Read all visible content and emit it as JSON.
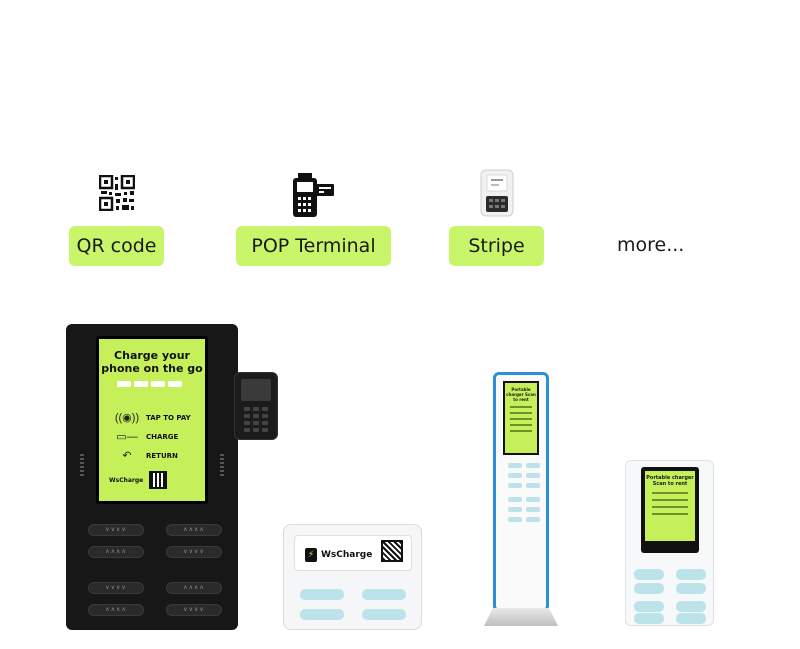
{
  "payment_options": [
    {
      "label": "QR code",
      "icon": "qr-code-icon"
    },
    {
      "label": "POP Terminal",
      "icon": "pos-terminal-icon"
    },
    {
      "label": "Stripe",
      "icon": "stripe-reader-icon"
    }
  ],
  "more_label": "more...",
  "accent_color": "#c9f56a",
  "kiosk": {
    "title": "Charge your phone on the go",
    "steps": [
      {
        "label": "TAP TO PAY",
        "icon": "contactless-icon"
      },
      {
        "label": "CHARGE",
        "icon": "charge-icon"
      },
      {
        "label": "RETURN",
        "icon": "return-icon"
      }
    ],
    "brand": "WsCharge"
  },
  "small_station": {
    "brand": "WsCharge"
  },
  "tower": {
    "screen_text": "Portable charger Scan to rent"
  },
  "medium_station": {
    "screen_text": "Portable charger Scan to rent"
  }
}
